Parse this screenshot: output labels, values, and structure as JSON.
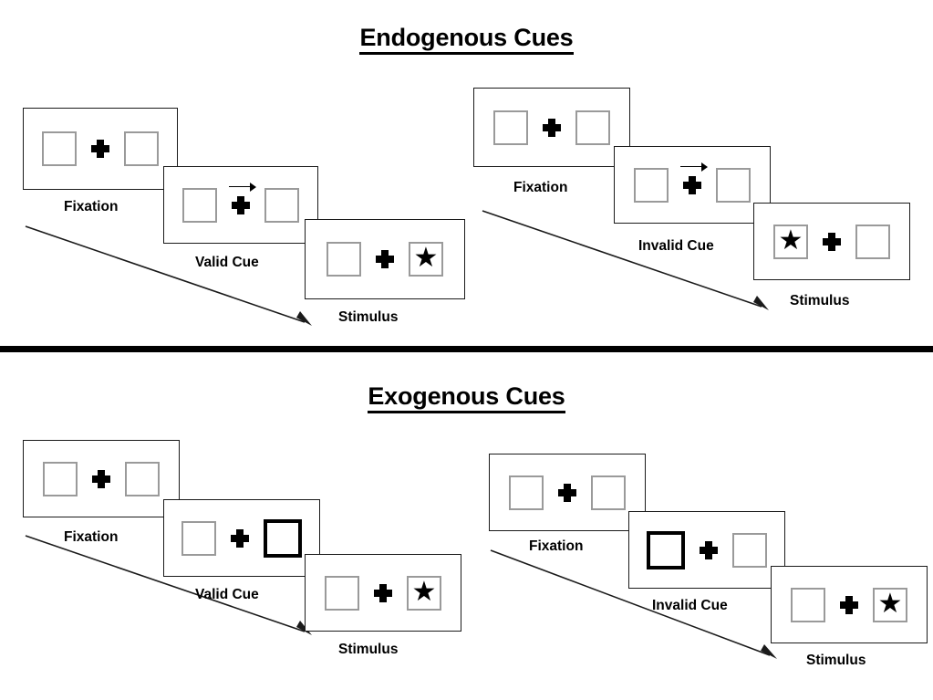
{
  "figure": {
    "background": "#ffffff",
    "box_border_color": "#9a9a9a",
    "cued_box_border_color": "#000000",
    "panel_border_color": "#1a1a1a",
    "stimulus_glyph": "★",
    "fixation_glyph": "✚",
    "arrow_glyph": "→"
  },
  "sections": [
    {
      "id": "endogenous",
      "title": "Endogenous Cues",
      "sequences": [
        {
          "id": "endogenous-valid",
          "frames": [
            {
              "caption": "Fixation",
              "cue_type": "none",
              "left_box": "empty",
              "right_box": "empty"
            },
            {
              "caption": "Valid Cue",
              "cue_type": "arrow-right",
              "left_box": "empty",
              "right_box": "empty"
            },
            {
              "caption": "Stimulus",
              "cue_type": "none",
              "left_box": "empty",
              "right_box": "star"
            }
          ]
        },
        {
          "id": "endogenous-invalid",
          "frames": [
            {
              "caption": "Fixation",
              "cue_type": "none",
              "left_box": "empty",
              "right_box": "empty"
            },
            {
              "caption": "Invalid Cue",
              "cue_type": "arrow-right",
              "left_box": "empty",
              "right_box": "empty"
            },
            {
              "caption": "Stimulus",
              "cue_type": "none",
              "left_box": "star",
              "right_box": "empty"
            }
          ]
        }
      ]
    },
    {
      "id": "exogenous",
      "title": "Exogenous Cues",
      "sequences": [
        {
          "id": "exogenous-valid",
          "frames": [
            {
              "caption": "Fixation",
              "cue_type": "none",
              "left_box": "empty",
              "right_box": "empty"
            },
            {
              "caption": "Valid Cue",
              "cue_type": "box-flash-right",
              "left_box": "empty",
              "right_box": "cued"
            },
            {
              "caption": "Stimulus",
              "cue_type": "none",
              "left_box": "empty",
              "right_box": "star"
            }
          ]
        },
        {
          "id": "exogenous-invalid",
          "frames": [
            {
              "caption": "Fixation",
              "cue_type": "none",
              "left_box": "empty",
              "right_box": "empty"
            },
            {
              "caption": "Invalid Cue",
              "cue_type": "box-flash-left",
              "left_box": "cued",
              "right_box": "empty"
            },
            {
              "caption": "Stimulus",
              "cue_type": "none",
              "left_box": "empty",
              "right_box": "star"
            }
          ]
        }
      ]
    }
  ]
}
